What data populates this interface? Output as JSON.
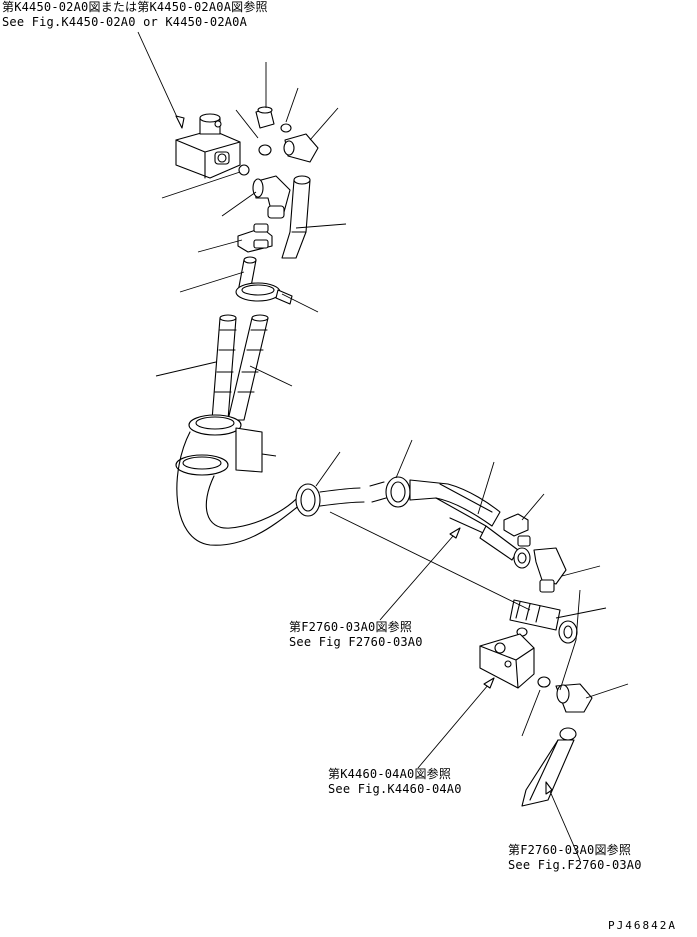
{
  "references": {
    "k4450": {
      "jp": "第K4450-02A0図または第K4450-02A0A図参照",
      "en": "See Fig.K4450-02A0 or K4450-02A0A"
    },
    "f2760_upper": {
      "jp": "第F2760-03A0図参照",
      "en": "See Fig F2760-03A0"
    },
    "k4460": {
      "jp": "第K4460-04A0図参照",
      "en": "See Fig.K4460-04A0"
    },
    "f2760_lower": {
      "jp": "第F2760-03A0図参照",
      "en": "See Fig.F2760-03A0"
    }
  },
  "drawing_id": "PJ46842A"
}
